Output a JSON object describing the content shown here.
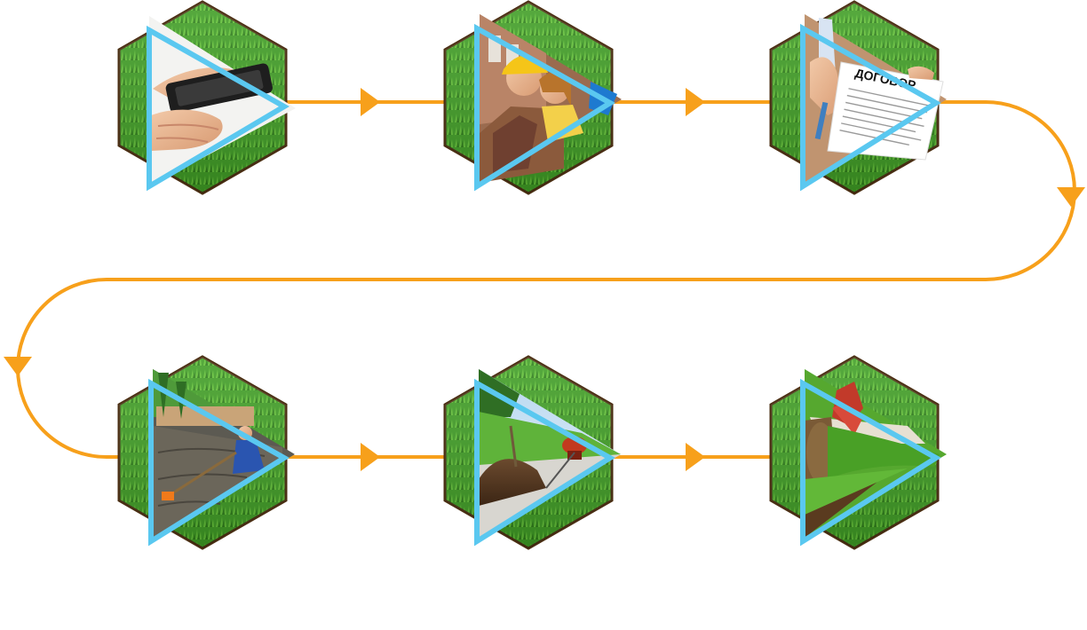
{
  "diagram": {
    "type": "process-flow",
    "direction": "serpentine",
    "step_count": 6,
    "colors": {
      "connector": "#f7a01b",
      "hex_border": "#4a2e12",
      "grass_dark": "#2f8a1c",
      "grass_mid": "#45a828",
      "grass_light": "#6ccb3a",
      "triangle_border": "#5ac8f0"
    },
    "steps": [
      {
        "id": 1,
        "icon": "phone-in-hand-icon"
      },
      {
        "id": 2,
        "icon": "builder-consultation-icon"
      },
      {
        "id": 3,
        "icon": "contract-signing-icon",
        "label": "ДОГОВОР"
      },
      {
        "id": 4,
        "icon": "soil-leveling-icon"
      },
      {
        "id": 5,
        "icon": "soil-preparation-icon"
      },
      {
        "id": 6,
        "icon": "turf-laying-icon"
      }
    ]
  }
}
